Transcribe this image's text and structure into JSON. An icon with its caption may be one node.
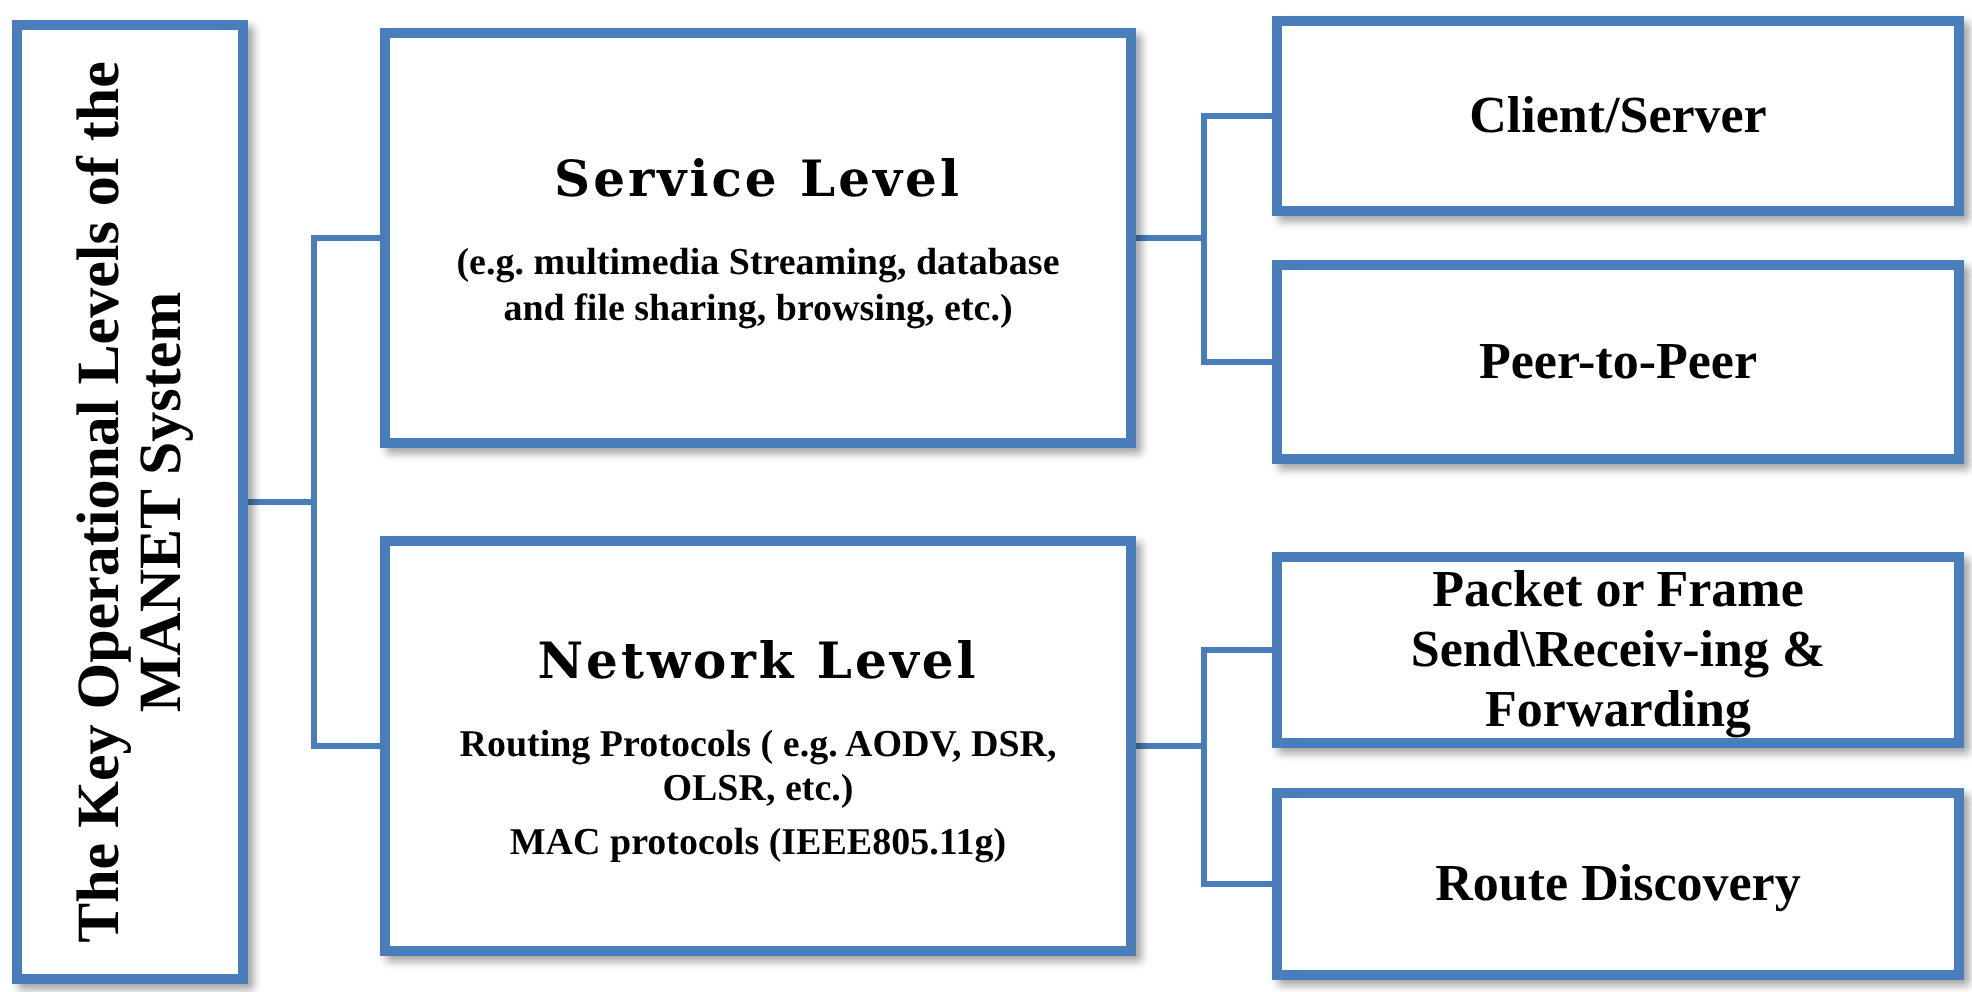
{
  "diagram": {
    "nodes": [
      {
        "text": [
          "The Key Operational Levels of the MANET System"
        ]
      },
      {
        "text": [
          "Service Level",
          "(e.g. multimedia Streaming, database and file sharing, browsing, etc.)"
        ]
      },
      {
        "text": [
          "Client/Server"
        ]
      },
      {
        "text": [
          "Peer-to-Peer"
        ]
      },
      {
        "text": [
          "Network Level",
          "Routing Protocols ( e.g. AODV, DSR, OLSR, etc.)",
          "MAC protocols (IEEE805.11g)"
        ]
      },
      {
        "text": [
          "Packet or Frame Send\\Receiv-ing & Forwarding"
        ]
      },
      {
        "text": [
          "Route Discovery"
        ]
      }
    ],
    "edges": [
      {
        "from": 0,
        "to": 1,
        "arrow": "none"
      },
      {
        "from": 0,
        "to": 4,
        "arrow": "none"
      },
      {
        "from": 1,
        "to": 2,
        "arrow": "none"
      },
      {
        "from": 1,
        "to": 3,
        "arrow": "none"
      },
      {
        "from": 4,
        "to": 5,
        "arrow": "none"
      },
      {
        "from": 4,
        "to": 6,
        "arrow": "none"
      }
    ]
  }
}
